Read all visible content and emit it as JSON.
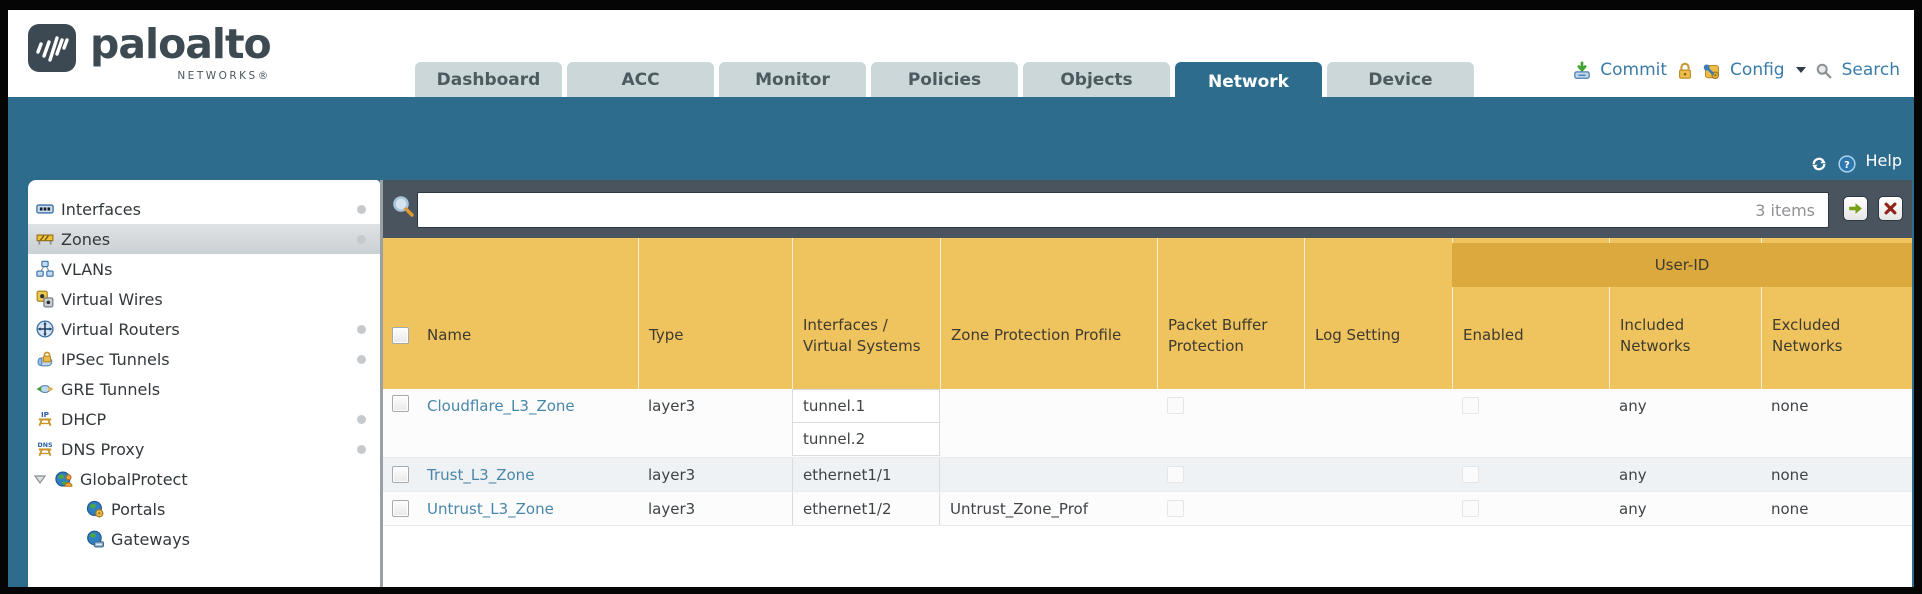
{
  "header": {
    "logo": {
      "brand": "paloalto",
      "sub": "NETWORKS®"
    },
    "tabs": [
      {
        "label": "Dashboard"
      },
      {
        "label": "ACC"
      },
      {
        "label": "Monitor"
      },
      {
        "label": "Policies"
      },
      {
        "label": "Objects"
      },
      {
        "label": "Network"
      },
      {
        "label": "Device"
      }
    ],
    "active_tab": "Network",
    "actions": {
      "commit": "Commit",
      "config": "Config",
      "search": "Search"
    }
  },
  "band": {
    "help": "Help"
  },
  "sidebar": {
    "items": [
      {
        "label": "Interfaces"
      },
      {
        "label": "Zones"
      },
      {
        "label": "VLANs"
      },
      {
        "label": "Virtual Wires"
      },
      {
        "label": "Virtual Routers"
      },
      {
        "label": "IPSec Tunnels"
      },
      {
        "label": "GRE Tunnels"
      },
      {
        "label": "DHCP"
      },
      {
        "label": "DNS Proxy"
      },
      {
        "label": "GlobalProtect"
      },
      {
        "label": "Portals"
      },
      {
        "label": "Gateways"
      }
    ],
    "selected": "Zones"
  },
  "toolbar": {
    "search_value": "",
    "items_count": "3 items"
  },
  "table": {
    "user_id_group": "User-ID",
    "columns": [
      "Name",
      "Type",
      "Interfaces / Virtual Systems",
      "Zone Protection Profile",
      "Packet Buffer Protection",
      "Log Setting",
      "Enabled",
      "Included Networks",
      "Excluded Networks"
    ],
    "rows": [
      {
        "name": "Cloudflare_L3_Zone",
        "type": "layer3",
        "interfaces": [
          "tunnel.1",
          "tunnel.2"
        ],
        "zone_protection": "",
        "log_setting": "",
        "included": "any",
        "excluded": "none"
      },
      {
        "name": "Trust_L3_Zone",
        "type": "layer3",
        "interfaces": [
          "ethernet1/1"
        ],
        "zone_protection": "",
        "log_setting": "",
        "included": "any",
        "excluded": "none"
      },
      {
        "name": "Untrust_L3_Zone",
        "type": "layer3",
        "interfaces": [
          "ethernet1/2"
        ],
        "zone_protection": "Untrust_Zone_Prof",
        "log_setting": "",
        "included": "any",
        "excluded": "none"
      }
    ]
  },
  "colors": {
    "teal": "#2E6C8D",
    "toolbar_dark": "#4A545E",
    "header_orange": "#EFC45F",
    "user_id_band": "#DBA93D",
    "link_blue": "#4987A9",
    "action_blue": "#3A7CA8"
  }
}
